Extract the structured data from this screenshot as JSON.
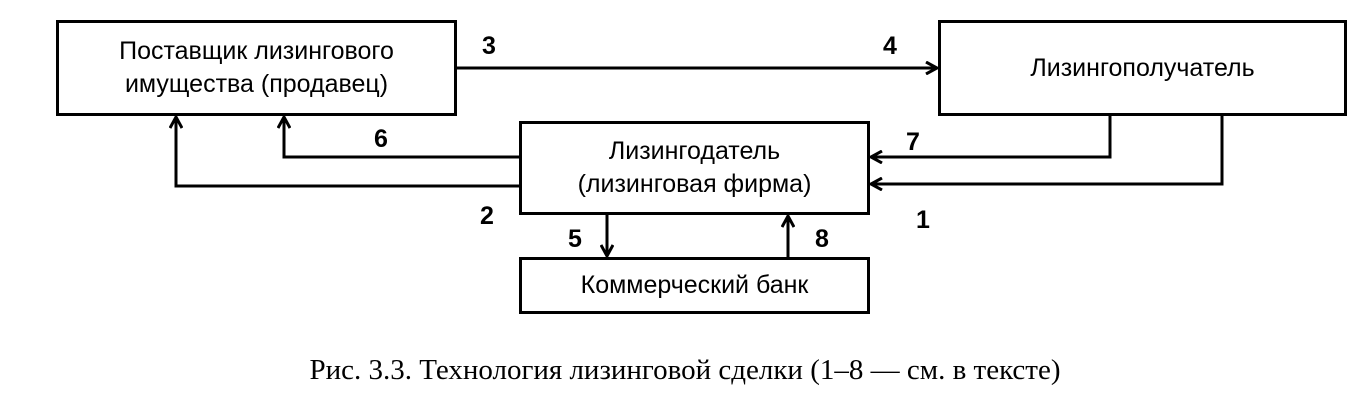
{
  "nodes": {
    "supplier": {
      "line1": "Поставщик лизингового",
      "line2": "имущества (продавец)"
    },
    "lessee": {
      "label": "Лизингополучатель"
    },
    "lessor": {
      "line1": "Лизингодатель",
      "line2": "(лизинговая фирма)"
    },
    "bank": {
      "label": "Коммерческий банк"
    }
  },
  "edge_labels": {
    "e1": "1",
    "e2": "2",
    "e3": "3",
    "e4": "4",
    "e5": "5",
    "e6": "6",
    "e7": "7",
    "e8": "8"
  },
  "caption": "Рис. 3.3. Технология лизинговой сделки (1–8 — см. в тексте)"
}
